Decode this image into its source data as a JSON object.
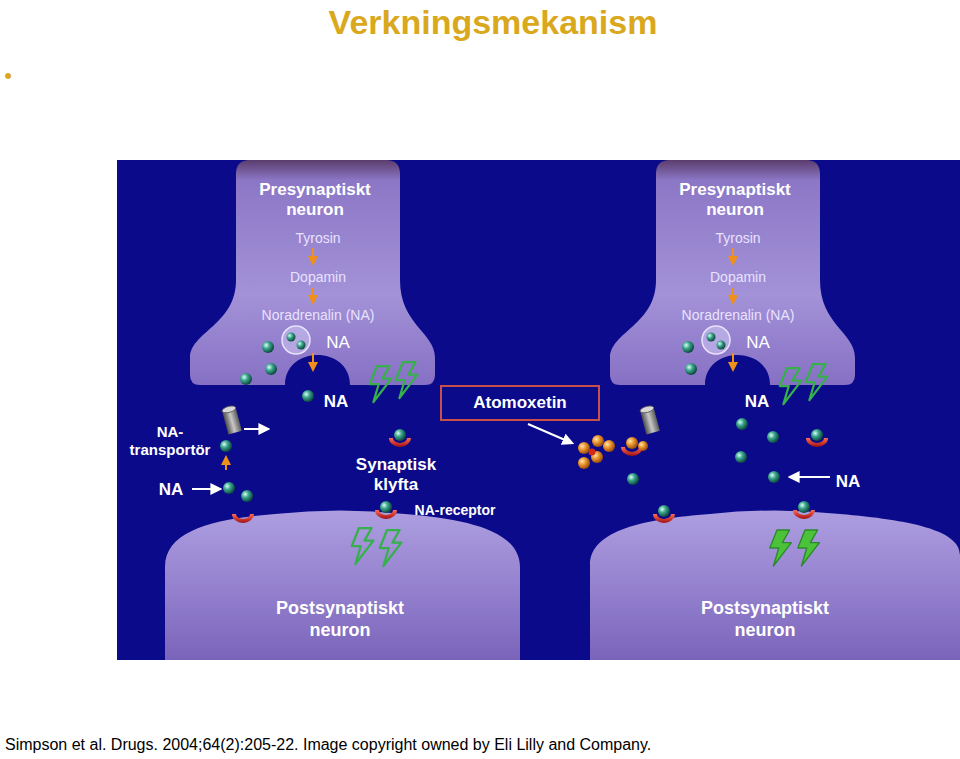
{
  "diagram": {
    "title": "Verkningsmekanism",
    "caption": "Simpson et al. Drugs. 2004;64(2):205-22. Image copyright owned by Eli Lilly and Company.",
    "nodes": [
      {
        "text": [
          "Presynaptiskt neuron",
          "Tyrosin",
          "Dopamin",
          "Noradrenalin (NA)",
          "NA"
        ]
      },
      {
        "text": [
          "Presynaptiskt neuron",
          "Tyrosin",
          "Dopamin",
          "Noradrenalin (NA)",
          "NA"
        ]
      },
      {
        "text": [
          "Postsynaptiskt neuron"
        ]
      },
      {
        "text": [
          "Postsynaptiskt neuron"
        ]
      },
      {
        "text": [
          "Atomoxetin"
        ]
      }
    ],
    "labels": [
      "•",
      "NA-transportör",
      "NA",
      "NA",
      "Synaptisk klyfta",
      "NA-receptor",
      "NA",
      "NA"
    ]
  }
}
